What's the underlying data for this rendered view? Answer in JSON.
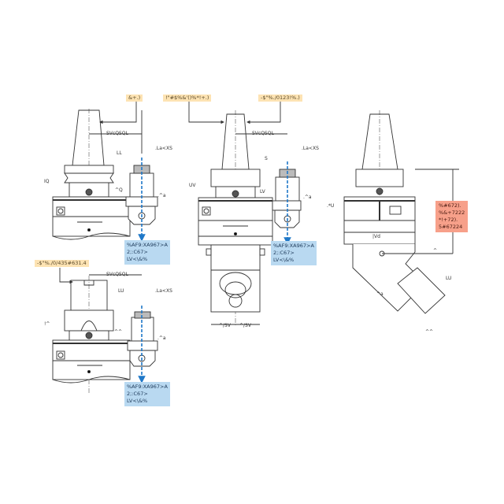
{
  "callouts": {
    "top_left": "&+.)",
    "top_mid": "!\"#$%&'()%*!+.)",
    "top_right": "-$\"%./0123!%.)",
    "bottom_left": "-$\"%./0/435#631.4"
  },
  "coolant_label": {
    "line1": "%AF9:XA967>A",
    "line2": "2;:C67>",
    "line3": "LV<\\&%"
  },
  "angle_label": {
    "line1": "%#672).",
    "line2": "%&+7222",
    "line3": "*!+72).",
    "line4": "5#67224"
  },
  "dimensions": {
    "offset": "SVcQSQL",
    "width": ".La<XS",
    "d_a": ".^a",
    "view1": {
      "ll": "LL",
      "height": "IQ",
      "q": "^Q"
    },
    "view2": {
      "s": "S",
      "height": "UV",
      "lv": "LV",
      "half_left": "^/SV",
      "half_right": "^/SV"
    },
    "view3": {
      "u": ".*U",
      "vd": "|Vd",
      "diag": "^",
      "lu": "LU",
      "a1": "^a",
      "a2": "^^"
    },
    "view4": {
      "lu": "LU",
      "height": "!^",
      "aa": "^^"
    }
  },
  "colors": {
    "tan": "#fde3b3",
    "blue_label": "#b9d9f1",
    "red_label": "#f7a08a",
    "arrow_blue": "#1f78c8",
    "line": "#333333"
  }
}
